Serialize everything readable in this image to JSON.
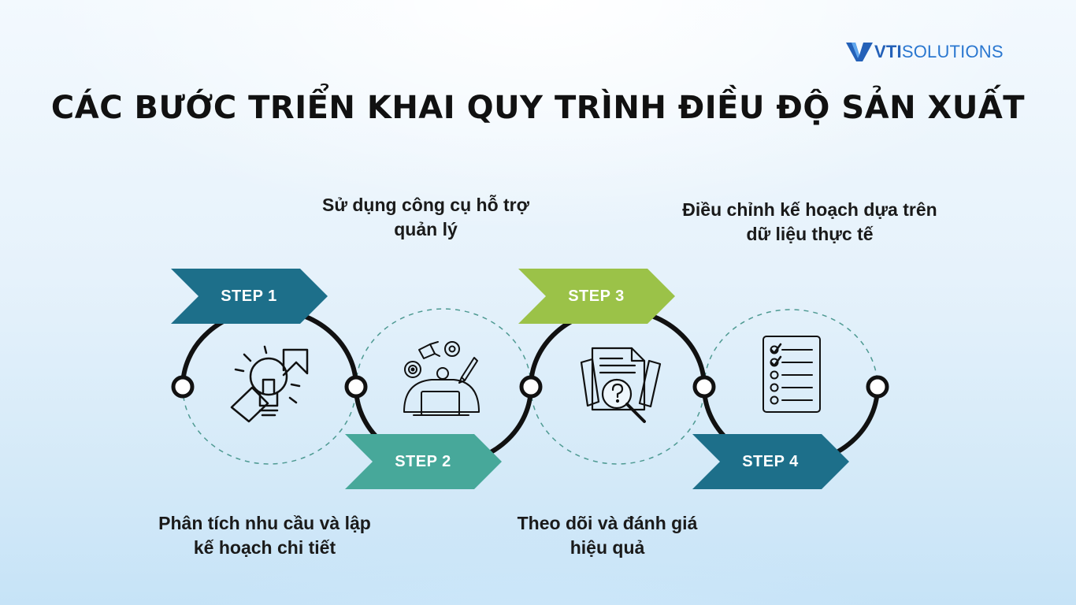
{
  "brand": {
    "prefix": "VTI",
    "suffix": "SOLUTIONS",
    "color": "#2a77d0"
  },
  "title": "CÁC BƯỚC TRIỂN KHAI QUY TRÌNH ĐIỀU ĐỘ SẢN XUẤT",
  "steps": [
    {
      "label": "STEP 1",
      "color": "#1d6f8a",
      "description": "Phân tích nhu cầu và lập kế hoạch chi tiết",
      "icon": "lightbulb-icon"
    },
    {
      "label": "STEP 2",
      "color": "#47a89a",
      "description": "Sử dụng công cụ hỗ trợ quản lý",
      "icon": "manager-tools-icon"
    },
    {
      "label": "STEP 3",
      "color": "#9bc248",
      "description": "Theo dõi và đánh giá hiệu quả",
      "icon": "document-search-icon"
    },
    {
      "label": "STEP 4",
      "color": "#1d6f8a",
      "description": "Điều chỉnh kế hoạch dựa trên dữ liệu thực tế",
      "icon": "checklist-icon"
    }
  ]
}
